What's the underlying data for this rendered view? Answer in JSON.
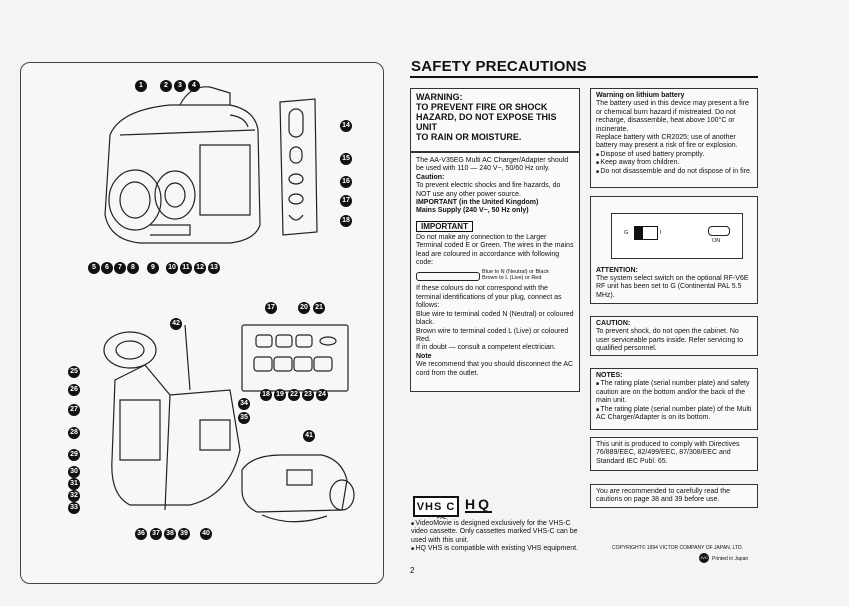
{
  "page": {
    "title": "SAFETY PRECAUTIONS",
    "page_number": "2"
  },
  "callouts": {
    "top_row": [
      "1",
      "2",
      "3",
      "4"
    ],
    "bottom_row": [
      "5",
      "6",
      "7",
      "8",
      "9",
      "10",
      "11",
      "12",
      "13"
    ],
    "right_col": [
      "14",
      "15",
      "16",
      "17",
      "18"
    ],
    "panel_top": [
      "17",
      "20",
      "21"
    ],
    "panel_bottom": [
      "18",
      "19",
      "22",
      "23",
      "24"
    ],
    "left_col": [
      "25",
      "26",
      "27",
      "28",
      "29",
      "30",
      "31",
      "32",
      "33"
    ],
    "body_right": [
      "34",
      "35"
    ],
    "lower_bottom": [
      "36",
      "37",
      "38",
      "39",
      "40"
    ],
    "small_cam": "41",
    "mid_top": "42"
  },
  "warning": {
    "heading": "WARNING:",
    "line1": "TO PREVENT FIRE OR SHOCK",
    "line2": "HAZARD, DO NOT EXPOSE THIS UNIT",
    "line3": "TO RAIN OR MOISTURE."
  },
  "adapter": {
    "intro": "The AA-V35EG Multi AC Charger/Adapter should be used with 110 — 240 V~, 50/60 Hz only.",
    "caution_label": "Caution:",
    "caution_text": "To prevent electric shocks and fire hazards, do NOT use any other power source.",
    "uk_label": "IMPORTANT (in the United Kingdom)",
    "mains_label": "Mains Supply (240 V~, 50 Hz only)",
    "important_tag": "IMPORTANT",
    "important_text": "Do not make any connection to the Larger Terminal coded E or Green. The wires in the mains lead are coloured in accordance with following code:",
    "wire_blue": "Blue to N (Neutral) or Black",
    "wire_brown": "Brown to L (Live) or Red",
    "colours_text": "If these colours do not correspond with the terminal identifications of your plug, connect as follows:",
    "blue_text": "Blue wire to terminal coded N (Neutral) or coloured black.",
    "brown_text": "Brown wire to terminal coded L (Live) or coloured Red.",
    "doubt_text": "If in doubt — consult a competent electrician.",
    "note_label": "Note",
    "note_text": "We recommend that you should disconnect the AC cord from the outlet."
  },
  "lithium": {
    "heading": "Warning on lithium battery",
    "text1": "The battery used in this device may present a fire or chemical burn hazard if mistreated. Do not recharge, disassemble, heat above 100°C or incinerate.",
    "text2": "Replace battery with CR2025; use of another battery may present a risk of fire or explosion.",
    "b1": "Dispose of used battery promptly.",
    "b2": "Keep away from children.",
    "b3": "Do not disassemble and do not dispose of in fire."
  },
  "switch_panel": {
    "label_on": "ON",
    "mark_g": "G",
    "mark_i": "I"
  },
  "attention": {
    "label": "ATTENTION:",
    "text": "The system select switch on the optional RF-V6E RF unit has been set to G (Continental PAL 5.5 MHz)."
  },
  "caution": {
    "label": "CAUTION:",
    "text": "To prevent shock, do not open the cabinet. No user serviceable parts inside. Refer servicing to qualified personnel."
  },
  "notes": {
    "label": "NOTES:",
    "n1": "The rating plate (serial number plate) and safety caution are on the bottom and/or the back of the main unit.",
    "n2": "The rating plate (serial number plate) of the Multi AC Charger/Adapter is on its bottom."
  },
  "directives": {
    "text": "This unit is produced to comply with Directives 76/889/EEC, 82/499/EEC, 87/308/EEC and Standard IEC Publ. 65."
  },
  "recommend": {
    "text": "You are recommended to carefully read the cautions on page 38 and 39 before use."
  },
  "logos": {
    "vhsc": "VHS C",
    "pal": "PAL",
    "hq": "HQ"
  },
  "bottom_notes": {
    "b1": "VideoMovie is designed exclusively for the VHS-C video cassette. Only cassettes marked VHS-C can be used with this unit.",
    "b2": "HQ VHS is compatible with existing VHS equipment."
  },
  "footer": {
    "copyright": "COPYRIGHT© 1994 VICTOR COMPANY OF JAPAN, LTD.",
    "printed": "Printed in Japan",
    "jvc": "JVC"
  }
}
